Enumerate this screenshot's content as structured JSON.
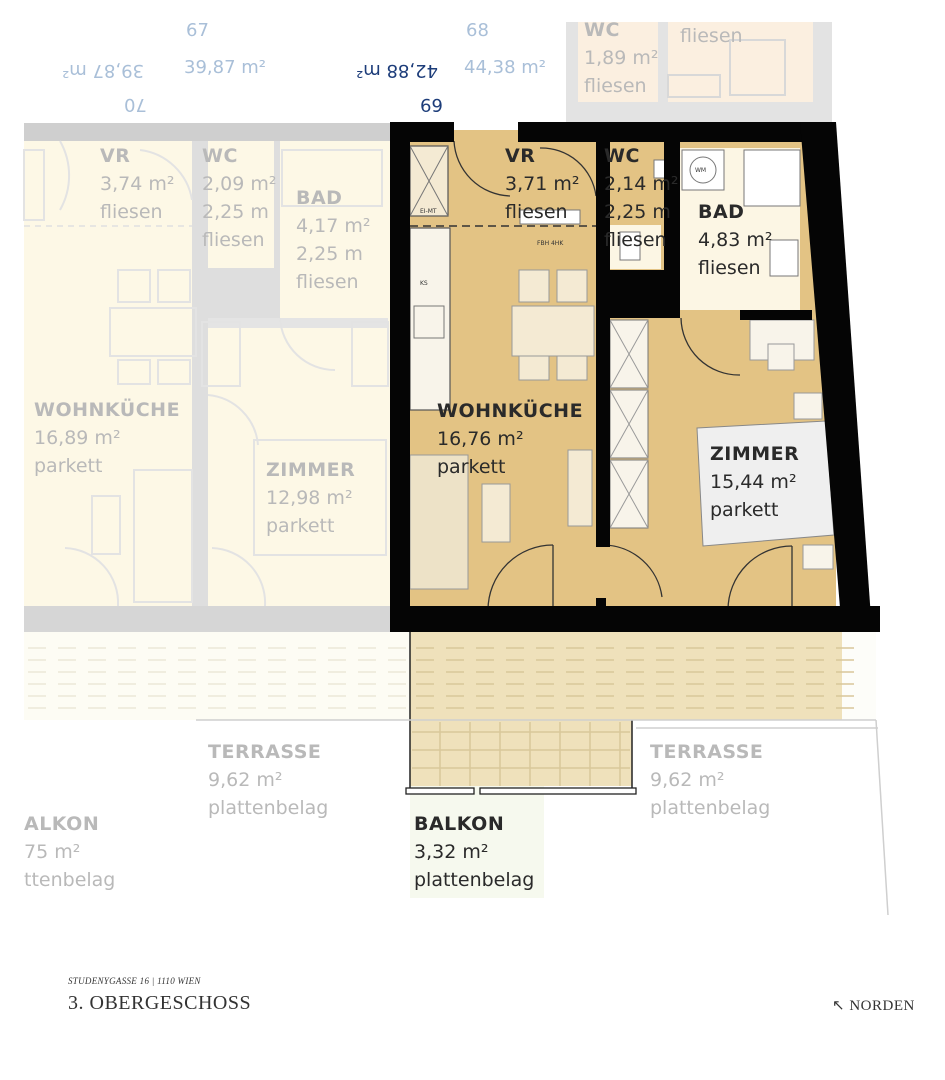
{
  "units": {
    "u67": {
      "number": "67",
      "area": "39,87 m²"
    },
    "u68": {
      "number": "68",
      "area": "44,38 m²"
    },
    "u69": {
      "number": "69",
      "area": "42,88 m²"
    },
    "u70": {
      "number": "70",
      "area": "39,87 m²"
    }
  },
  "rooms_main": {
    "vr": {
      "name": "VR",
      "area": "3,71 m²",
      "floor": "fliesen"
    },
    "wc": {
      "name": "WC",
      "area": "2,14 m²",
      "area2": "2,25 m",
      "floor": "fliesen"
    },
    "bad": {
      "name": "BAD",
      "area": "4,83 m²",
      "floor": "fliesen"
    },
    "wohnkueche": {
      "name": "WOHNKÜCHE",
      "area": "16,76 m²",
      "floor": "parkett"
    },
    "zimmer": {
      "name": "ZIMMER",
      "area": "15,44 m²",
      "floor": "parkett"
    },
    "balkon": {
      "name": "BALKON",
      "area": "3,32 m²",
      "floor": "plattenbelag"
    }
  },
  "rooms_neighbor": {
    "vr": {
      "name": "VR",
      "area": "3,74 m²",
      "floor": "fliesen"
    },
    "wc": {
      "name": "WC",
      "area": "2,09 m²",
      "area2": "2,25 m",
      "floor": "fliesen"
    },
    "bad": {
      "name": "BAD",
      "area": "4,17 m²",
      "area2": "2,25 m",
      "floor": "fliesen"
    },
    "wohnkueche": {
      "name": "WOHNKÜCHE",
      "area": "16,89 m²",
      "floor": "parkett"
    },
    "zimmer": {
      "name": "ZIMMER",
      "area": "12,98 m²",
      "floor": "parkett"
    },
    "balkon": {
      "name": "ALKON",
      "area": "75 m²",
      "floor": "ttenbelag"
    },
    "terrasse_left": {
      "name": "TERRASSE",
      "area": "9,62 m²",
      "floor": "plattenbelag"
    },
    "terrasse_right": {
      "name": "TERRASSE",
      "area": "9,62 m²",
      "floor": "plattenbelag"
    },
    "wc_top": {
      "name": "WC",
      "area": "1,89 m²",
      "floor": "fliesen"
    },
    "top_floor": "fliesen"
  },
  "fixtures": {
    "fbh": "FBH 4HK",
    "wm": "WM",
    "em": "EI-MT",
    "ks": "KS"
  },
  "footer": {
    "address": "STUDENYGASSE 16 | 1110 WIEN",
    "floor": "3. OBERGESCHOSS",
    "north": "NORDEN",
    "north_icon": "arrow-up-left"
  },
  "colors": {
    "wall": "#050505",
    "unit_fill": "#e3c384",
    "unit_light": "#fcf6e4",
    "neighbor_fill": "#fdf8e6",
    "balcony_fill": "#f6f9ee",
    "neighbor_label": "#b9b9b9",
    "unit_number_active": "#1d3d7a",
    "unit_number_faint": "#a9bfd8"
  }
}
